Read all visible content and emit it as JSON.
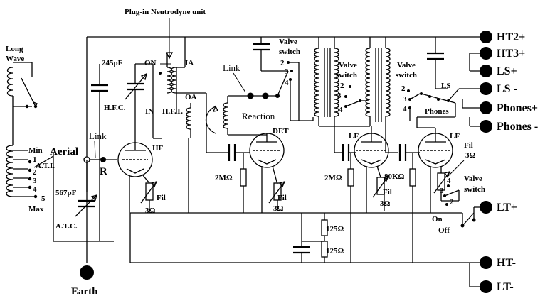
{
  "title": "Plug-in Neutrodyne unit",
  "labels": {
    "long_wave": "Long",
    "long_wave_2": "Wave",
    "aerial": "Aerial",
    "earth": "Earth",
    "link_aerial": "Link",
    "r": "R",
    "ati": "A.T.I.",
    "ati_min": "Min",
    "ati_max": "Max",
    "atc_value": "567pF",
    "atc": "A.T.C.",
    "hfc_value": "245pF",
    "hfc": "H.F.C.",
    "on": "ON",
    "in": "IN",
    "hft": "H.F.T.",
    "ia": "IA",
    "oa": "OA",
    "hf": "HF",
    "link_reaction": "Link",
    "reaction": "Reaction",
    "det": "DET",
    "lf1": "LF",
    "lf2": "LF",
    "lf2_fil": "Fil",
    "lf2_fil_value": "3Ω",
    "valve_switch_1": "Valve",
    "valve_switch_1b": "switch",
    "valve_switch_2": "Valve",
    "valve_switch_2b": "switch",
    "valve_switch_3": "Valve",
    "valve_switch_3b": "switch",
    "valve_switch_4": "Valve",
    "valve_switch_4b": "switch",
    "ls": "LS",
    "phones": "Phones",
    "r_2m_1": "2MΩ",
    "r_2m_2": "2MΩ",
    "r_80k": "80KΩ",
    "fil_hf": "Fil",
    "fil_hf_value": "3Ω",
    "fil_det": "Fil",
    "fil_det_value": "3Ω",
    "fil_lf1": "Fil",
    "fil_lf1_value": "3Ω",
    "r_125_1": "125Ω",
    "r_125_2": "125Ω",
    "on_sw": "On",
    "off_sw": "Off"
  },
  "terminals": {
    "ht2": "HT2+",
    "ht3": "HT3+",
    "ls_plus": "LS+",
    "ls_minus": "LS -",
    "phones_plus": "Phones+",
    "phones_minus": "Phones -",
    "lt_plus": "LT+",
    "ht_minus": "HT-",
    "lt_minus": "LT-"
  },
  "switch_numbers": {
    "ati": [
      "1",
      "2",
      "3",
      "4",
      "5"
    ],
    "vs1": [
      "2",
      "3",
      "4"
    ],
    "vs2": [
      "2",
      "3",
      "4"
    ],
    "vs3": [
      "2",
      "3",
      "4"
    ],
    "vs4": [
      "4",
      "3",
      "2"
    ]
  }
}
